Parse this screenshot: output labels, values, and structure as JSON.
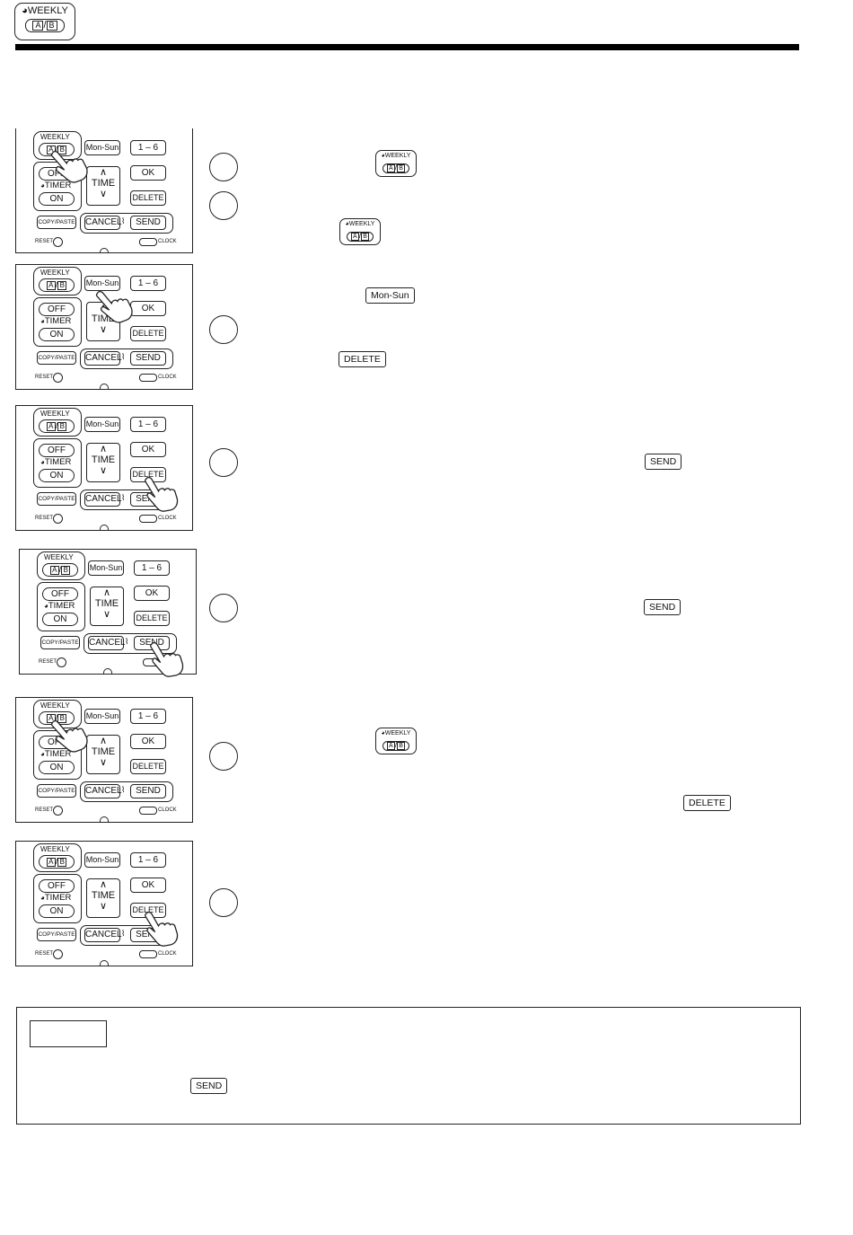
{
  "header": {
    "weekly_label": "WEEKLY",
    "ab_a": "A",
    "ab_sep": "/",
    "ab_b": "B"
  },
  "remote": {
    "weekly_label": "WEEKLY",
    "ab_a": "A",
    "ab_sep": "/",
    "ab_b": "B",
    "mon_sun": "Mon-Sun",
    "one_six": "1 – 6",
    "ok": "OK",
    "off": "OFF",
    "timer": "TIMER",
    "on": "ON",
    "time": "TIME",
    "delete": "DELETE",
    "copy_paste": "COPY/PASTE",
    "cancel": "CANCEL",
    "send": "SEND",
    "reset": "RESET",
    "clock": "CLOCK"
  },
  "inline_buttons": {
    "mon_sun": "Mon-Sun",
    "delete": "DELETE",
    "send": "SEND",
    "weekly_label": "WEEKLY",
    "ab_a": "A",
    "ab_sep": "/",
    "ab_b": "B"
  }
}
